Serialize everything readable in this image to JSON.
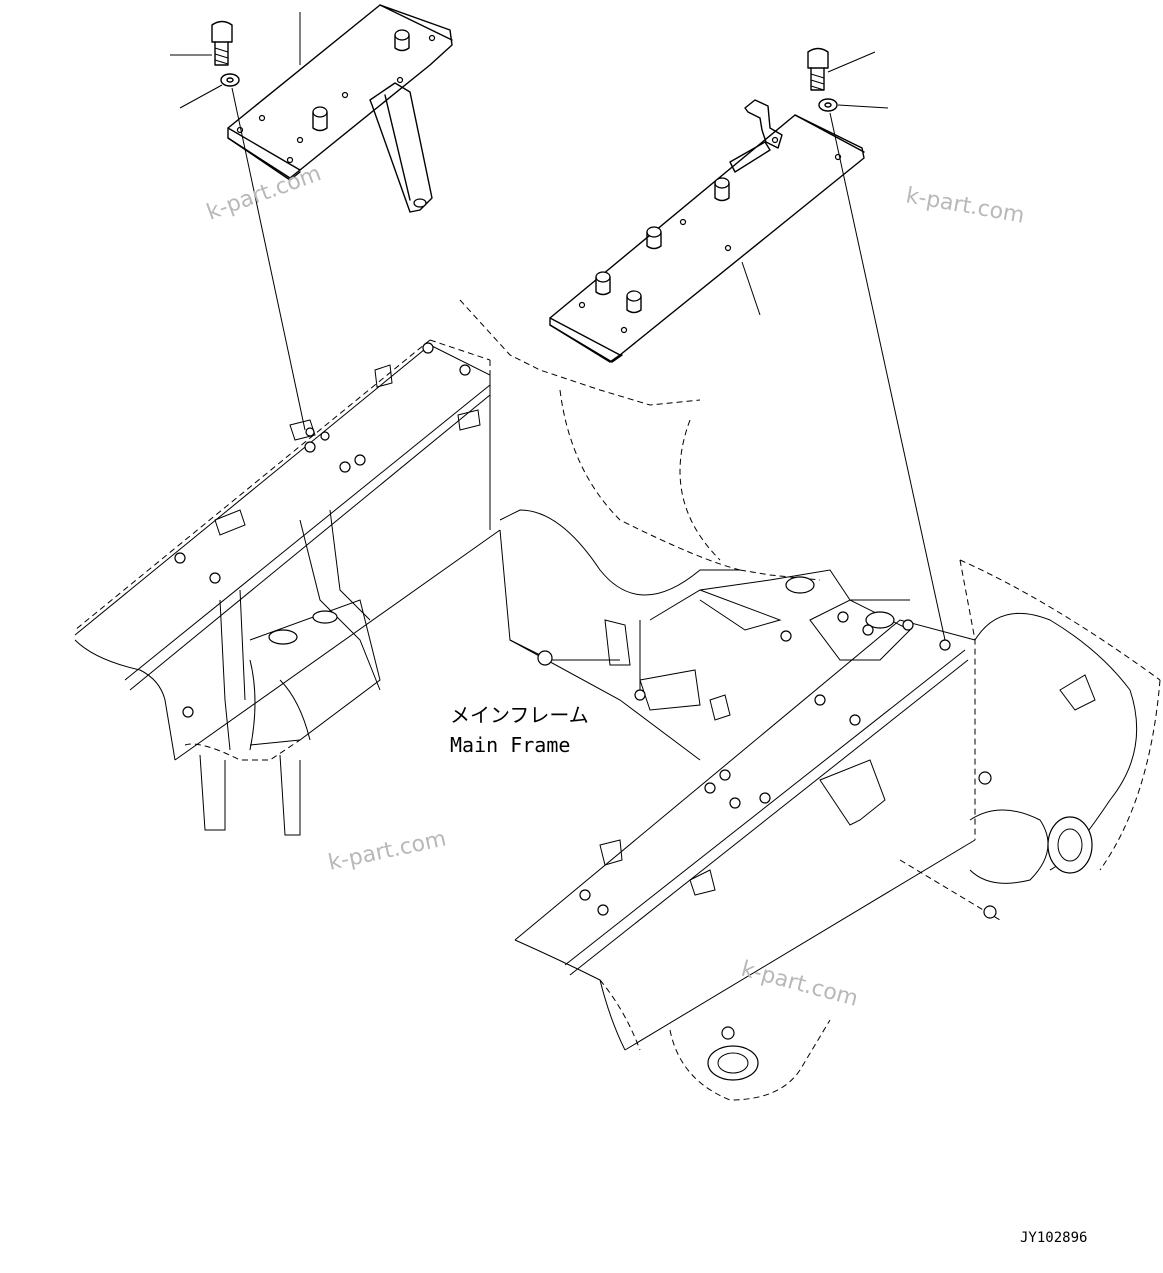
{
  "diagram": {
    "label_jp": "メインフレーム",
    "label_en": "Main Frame",
    "drawing_code": "JY102896",
    "watermarks": [
      "k-part.com",
      "k-part.com",
      "k-part.com",
      "k-part.com"
    ]
  }
}
